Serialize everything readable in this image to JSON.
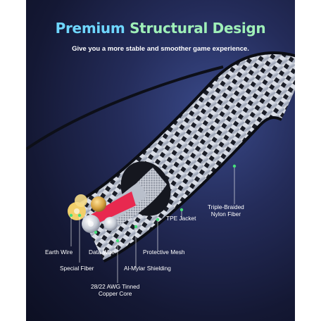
{
  "header": {
    "title_part1": "Premium",
    "title_part2": "Structural Design",
    "subtitle": "Give you a more stable and smoother game experience."
  },
  "labels": {
    "triple_braided_line1": "Triple-Braided",
    "triple_braided_line2": "Nylon Fiber",
    "tpe_jacket": "TPE Jacket",
    "protective_mesh": "Protective Mesh",
    "al_mylar": "Al-Mylar Shielding",
    "earth_wire": "Earth Wire",
    "data_wire": "Data Wire",
    "special_fiber": "Special Fiber",
    "copper_line1": "28/22 AWG Tinned",
    "copper_line2": "Copper Core"
  },
  "colors": {
    "title_blue": "#6fd7ff",
    "title_green": "#9ff0b8",
    "callout_green": "#46e07a",
    "wire_red": "#e8294f",
    "fiber_gold": "#f2cf6a"
  }
}
